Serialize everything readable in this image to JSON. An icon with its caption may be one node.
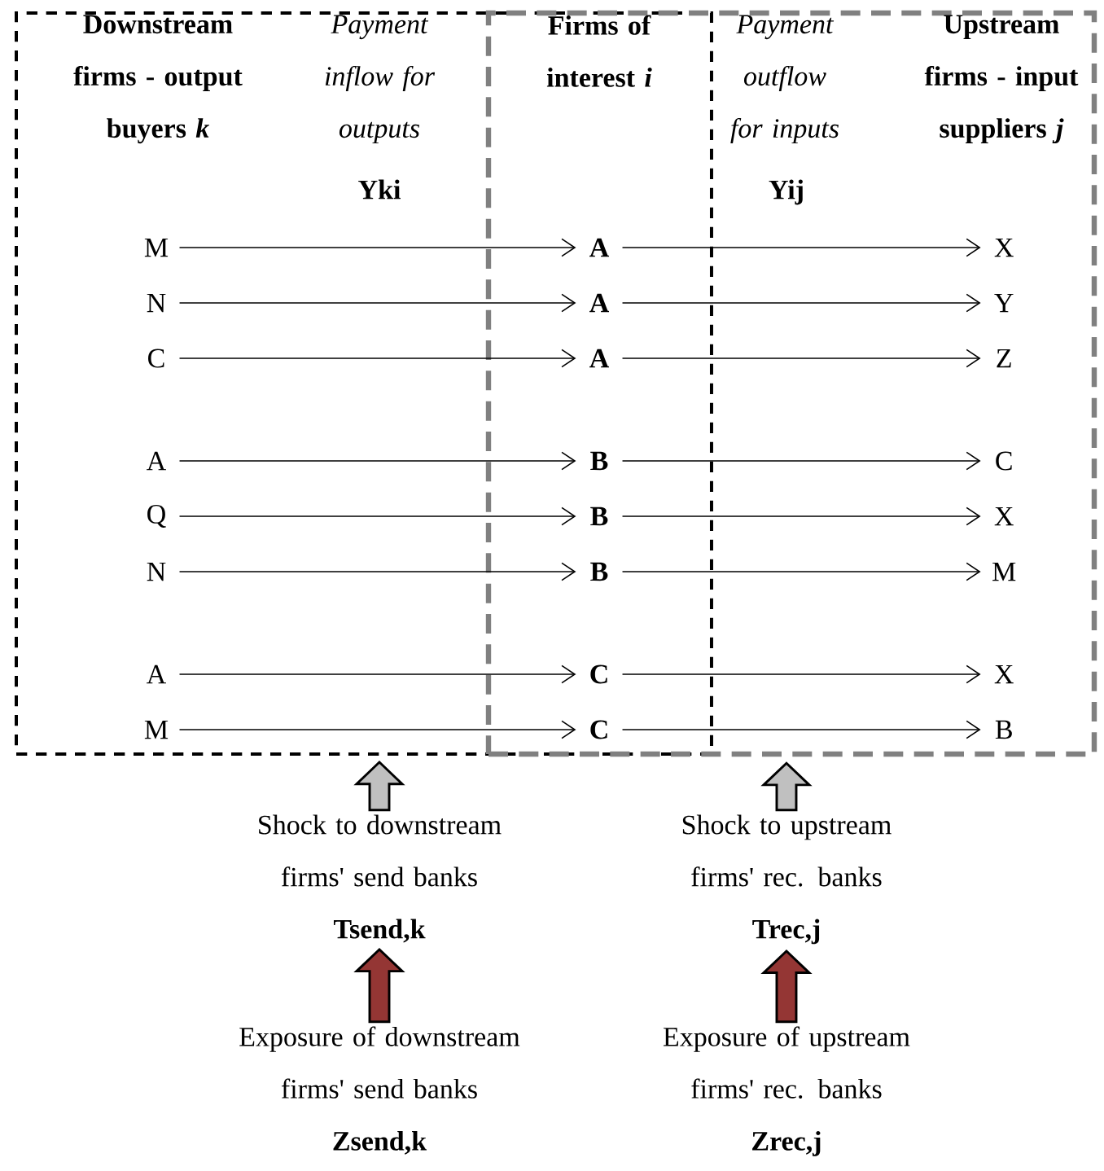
{
  "diagram": {
    "nodes": [
      {
        "text": [],
        "shape": "box"
      },
      {
        "text": [],
        "shape": "box"
      },
      {
        "text": [
          "M"
        ],
        "in": 0
      },
      {
        "text": [
          "A"
        ]
      },
      {
        "text": [
          "X"
        ],
        "in": 1
      },
      {
        "text": [
          "N"
        ],
        "in": 0
      },
      {
        "text": [
          "A"
        ]
      },
      {
        "text": [
          "Y"
        ],
        "in": 1
      },
      {
        "text": [
          "C"
        ],
        "in": 0
      },
      {
        "text": [
          "A"
        ]
      },
      {
        "text": [
          "Z"
        ],
        "in": 1
      },
      {
        "text": [
          "A"
        ],
        "in": 0
      },
      {
        "text": [
          "B"
        ]
      },
      {
        "text": [
          "C"
        ],
        "in": 1
      },
      {
        "text": [
          "Q"
        ],
        "in": 0
      },
      {
        "text": [
          "B"
        ]
      },
      {
        "text": [
          "X"
        ],
        "in": 1
      },
      {
        "text": [
          "N"
        ],
        "in": 0
      },
      {
        "text": [
          "B"
        ]
      },
      {
        "text": [
          "M"
        ],
        "in": 1
      },
      {
        "text": [
          "A"
        ],
        "in": 0
      },
      {
        "text": [
          "C"
        ]
      },
      {
        "text": [
          "X"
        ],
        "in": 1
      },
      {
        "text": [
          "M"
        ],
        "in": 0
      },
      {
        "text": [
          "C"
        ]
      },
      {
        "text": [
          "B"
        ],
        "in": 1
      },
      {
        "text": [
          "Shock to downstream firms' send banks",
          "Tsend,k"
        ]
      },
      {
        "text": [
          "Shock to upstream firms' rec. banks",
          "Trec,j"
        ]
      },
      {
        "text": [
          "Exposure of downstream firms' send banks",
          "Zsend,k"
        ]
      },
      {
        "text": [
          "Exposure of upstream firms' rec. banks",
          "Zrec,j"
        ]
      }
    ],
    "edges": [
      {
        "from": 2,
        "to": 3,
        "arrow": "to"
      },
      {
        "from": 3,
        "to": 4,
        "arrow": "to"
      },
      {
        "from": 5,
        "to": 6,
        "arrow": "to"
      },
      {
        "from": 6,
        "to": 7,
        "arrow": "to"
      },
      {
        "from": 8,
        "to": 9,
        "arrow": "to"
      },
      {
        "from": 9,
        "to": 10,
        "arrow": "to"
      },
      {
        "from": 11,
        "to": 12,
        "arrow": "to"
      },
      {
        "from": 12,
        "to": 13,
        "arrow": "to"
      },
      {
        "from": 14,
        "to": 15,
        "arrow": "to"
      },
      {
        "from": 15,
        "to": 16,
        "arrow": "to"
      },
      {
        "from": 17,
        "to": 18,
        "arrow": "to"
      },
      {
        "from": 18,
        "to": 19,
        "arrow": "to"
      },
      {
        "from": 20,
        "to": 21,
        "arrow": "to"
      },
      {
        "from": 21,
        "to": 22,
        "arrow": "to"
      },
      {
        "from": 23,
        "to": 24,
        "arrow": "to"
      },
      {
        "from": 24,
        "to": 25,
        "arrow": "to"
      },
      {
        "from": 26,
        "to": 0,
        "arrow": "to",
        "style": "thick",
        "color": "#c0c0c0"
      },
      {
        "from": 27,
        "to": 1,
        "arrow": "to",
        "style": "thick",
        "color": "#c0c0c0"
      },
      {
        "from": 28,
        "to": 26,
        "arrow": "to",
        "style": "thick",
        "color": "#943634"
      },
      {
        "from": 29,
        "to": 27,
        "arrow": "to",
        "style": "thick",
        "color": "#943634"
      }
    ],
    "labels": [
      "Downstream firms - output buyers *k*",
      "Payment inflow for outputs",
      "Firms of interest *i*",
      "Payment outflow for inputs",
      "Upstream firms - input suppliers *j*",
      "Yki",
      "Yij"
    ]
  }
}
